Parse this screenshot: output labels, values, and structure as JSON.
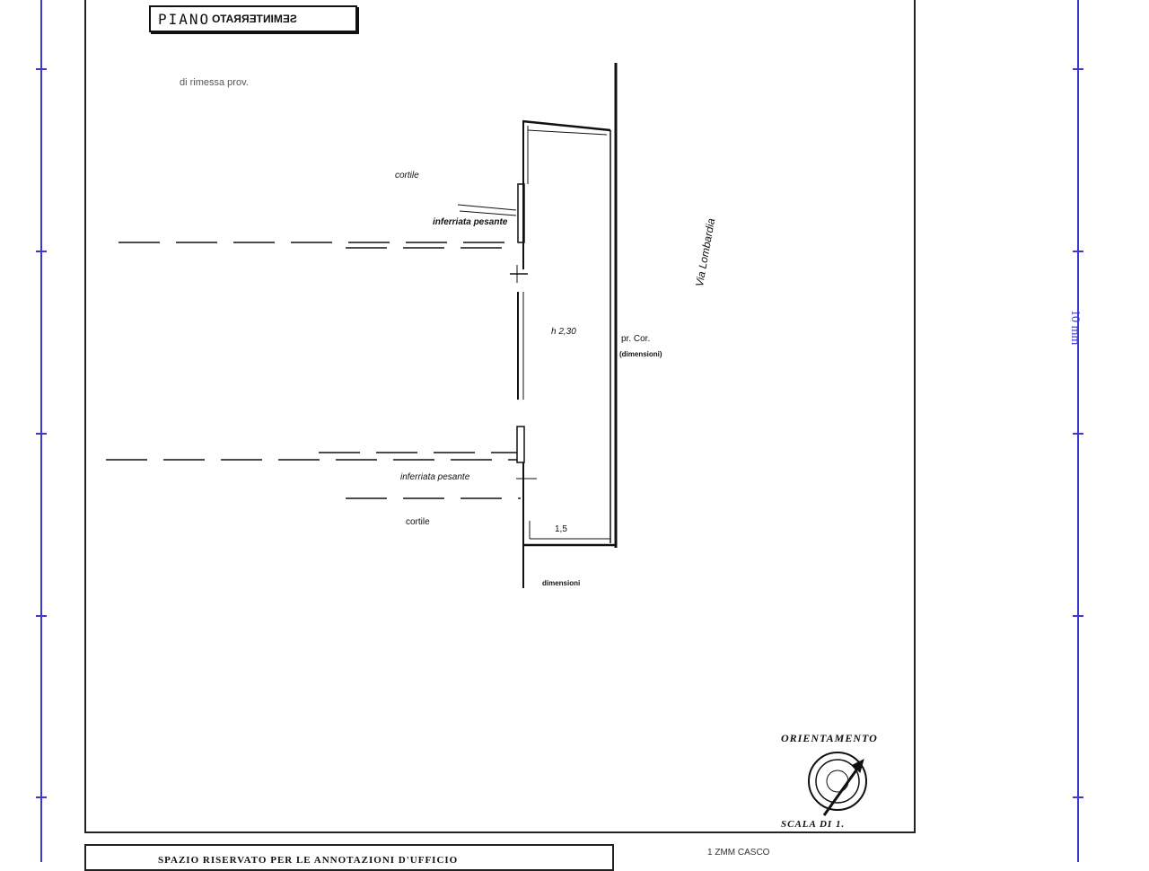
{
  "sheet": {
    "title": "PIANO",
    "title_mirrored": "SEMINTERRATO",
    "top_note": "di rimessa prov.",
    "side_scale_label": "10 mm",
    "colors": {
      "ruler": "#3a3ad0",
      "ink": "#111111"
    }
  },
  "plan": {
    "label_cortile_top": "cortile",
    "label_inferriata_top": "inferriata pesante",
    "label_height": "h 2,30",
    "label_corridor": "pr. Cor.",
    "label_corridor_sub": "(dimensioni)",
    "label_vertical_note": "Via Lombardia",
    "label_inferriata_bottom": "inferriata pesante",
    "label_cortile_bottom": "cortile",
    "label_lower_small": "1,5",
    "label_lower_bottom": "dimensioni"
  },
  "orientation": {
    "label": "ORIENTAMENTO",
    "scale_label": "SCALA DI 1."
  },
  "footer": {
    "reserved_text": "SPAZIO RISERVATO PER LE ANNOTAZIONI D'UFFICIO",
    "right_text": "1 ZMM  CASCO"
  }
}
